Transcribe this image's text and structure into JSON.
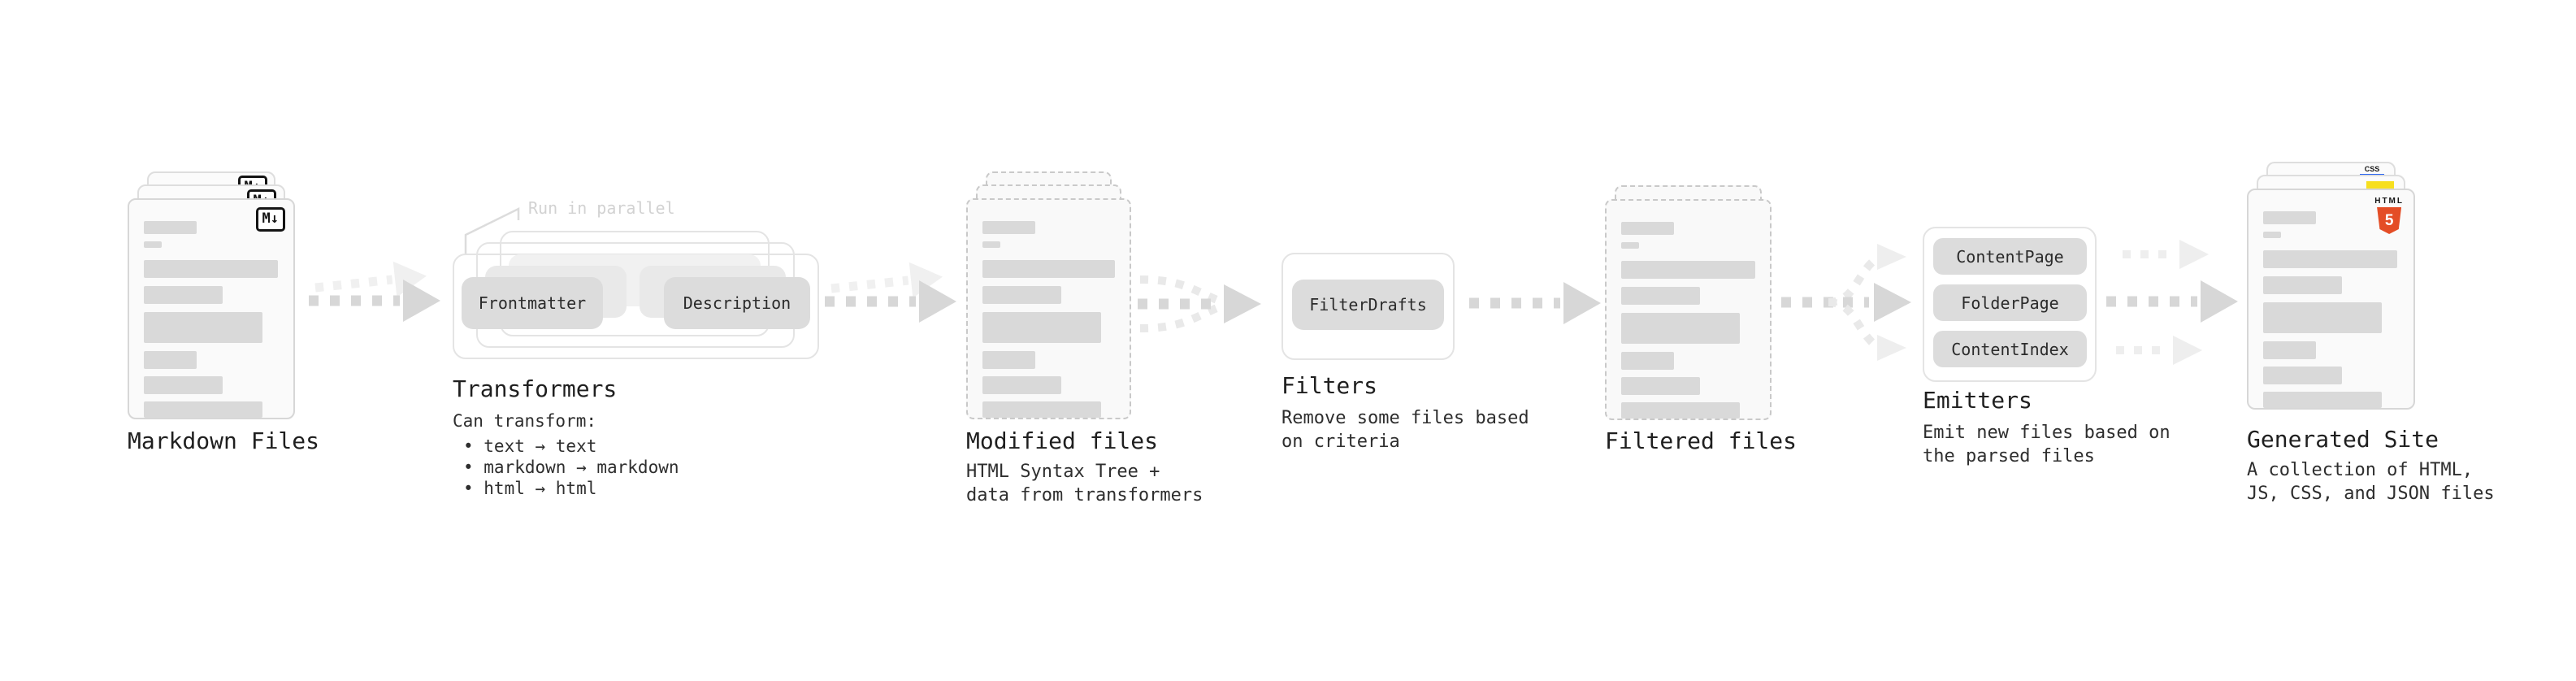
{
  "colors": {
    "ink": "#1f1f1f",
    "sub": "#2e2e2e",
    "faint": "#d2d2d2",
    "card-bg": "#fafafa",
    "card-border": "#d7d7d7",
    "dash-border": "#c9c9c9",
    "dash-bg": "#f9f9f9",
    "skeleton": "#d9d9d9",
    "btn": "#dcdcdc",
    "btn-mid": "#e9e9e9",
    "btn-back": "#f1f1f1",
    "box-border": "#e4e4e4",
    "arrow": "#d7d7d7",
    "arrow-light": "#eeeeee",
    "arrow-curve": "#e9e9e9"
  },
  "badges": {
    "markdown": "M↓",
    "html5_label": "HTML",
    "html5_number": "5",
    "css_label": "CSS"
  },
  "stages": {
    "markdown_files": {
      "label": "Markdown Files"
    },
    "transformers": {
      "label": "Transformers",
      "annotation": "Run in parallel",
      "button_from": "Frontmatter",
      "button_to": "Description",
      "caption": "Can transform:",
      "bullets": [
        "• text → text",
        "• markdown → markdown",
        "• html → html"
      ]
    },
    "modified_files": {
      "label": "Modified files",
      "description": "HTML Syntax Tree +\ndata from transformers"
    },
    "filters": {
      "label": "Filters",
      "button": "FilterDrafts",
      "description": "Remove some files based\non criteria"
    },
    "filtered_files": {
      "label": "Filtered files"
    },
    "emitters": {
      "label": "Emitters",
      "buttons": [
        "ContentPage",
        "FolderPage",
        "ContentIndex"
      ],
      "description": "Emit new files based on\nthe parsed files"
    },
    "generated_site": {
      "label": "Generated Site",
      "description": "A collection of HTML,\nJS, CSS, and JSON files"
    }
  }
}
